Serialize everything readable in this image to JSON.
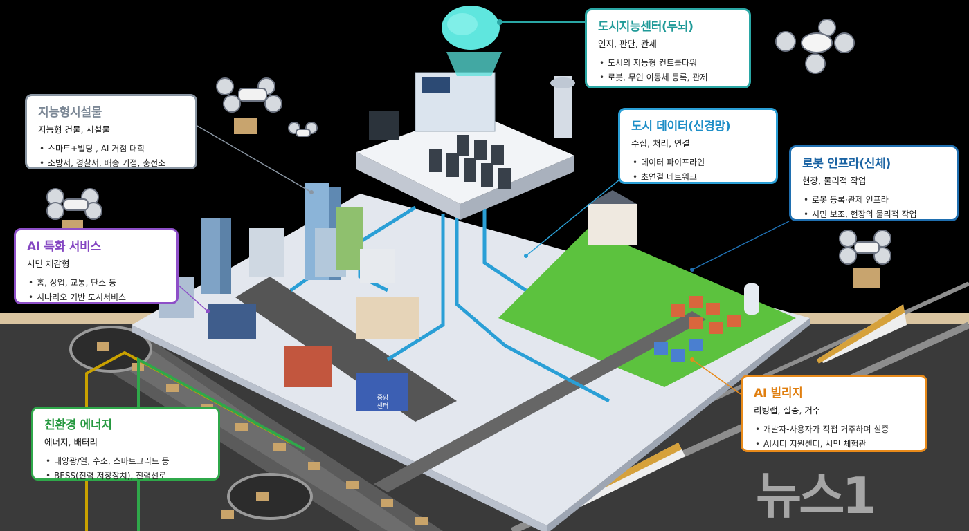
{
  "colors": {
    "brain": "#2aa7a5",
    "data": "#2a9fd6",
    "robot": "#1f6fb0",
    "facility": "#8a96a3",
    "ai_service": "#8e4fc8",
    "village": "#e88a1a",
    "energy": "#2fa84a"
  },
  "cards": {
    "brain": {
      "title": "도시지능센터(두뇌)",
      "subtitle": "인지, 판단, 관제",
      "items": [
        "도시의 지능형 컨트롤타워",
        "로봇, 무인 이동체 등록, 관제"
      ]
    },
    "data": {
      "title": "도시 데이터(신경망)",
      "subtitle": "수집, 처리, 연결",
      "items": [
        "데이터 파이프라인",
        "초연결 네트워크"
      ]
    },
    "robot": {
      "title": "로봇 인프라(신체)",
      "subtitle": "현장, 물리적 작업",
      "items": [
        "로봇 등록·관제 인프라",
        "시민 보조, 현장의 물리적 작업"
      ]
    },
    "facility": {
      "title": "지능형시설물",
      "subtitle": "지능형 건물, 시설물",
      "items": [
        "스마트+빌딩 , AI 거점 대학",
        "소방서, 경찰서, 배송 기점, 충전소"
      ]
    },
    "ai_service": {
      "title": "AI 특화 서비스",
      "subtitle": "시민 체감형",
      "items": [
        "홈, 상업, 교통, 탄소 등",
        "시나리오 기반 도시서비스"
      ]
    },
    "village": {
      "title": "AI 빌리지",
      "subtitle": "리빙랩, 실증, 거주",
      "items": [
        "개발자-사용자가 직접 거주하며 실증",
        "AI시티 지원센터, 시민 체험관"
      ]
    },
    "energy": {
      "title": "친환경 에너지",
      "subtitle": "에너지, 배터리",
      "items": [
        "태양광/열, 수소, 스마트그리드 등",
        "BESS(전력 저장장치), 전력선로"
      ]
    }
  },
  "scene_labels": {
    "center_building": "중앙\n센터"
  },
  "watermark": "뉴스1"
}
